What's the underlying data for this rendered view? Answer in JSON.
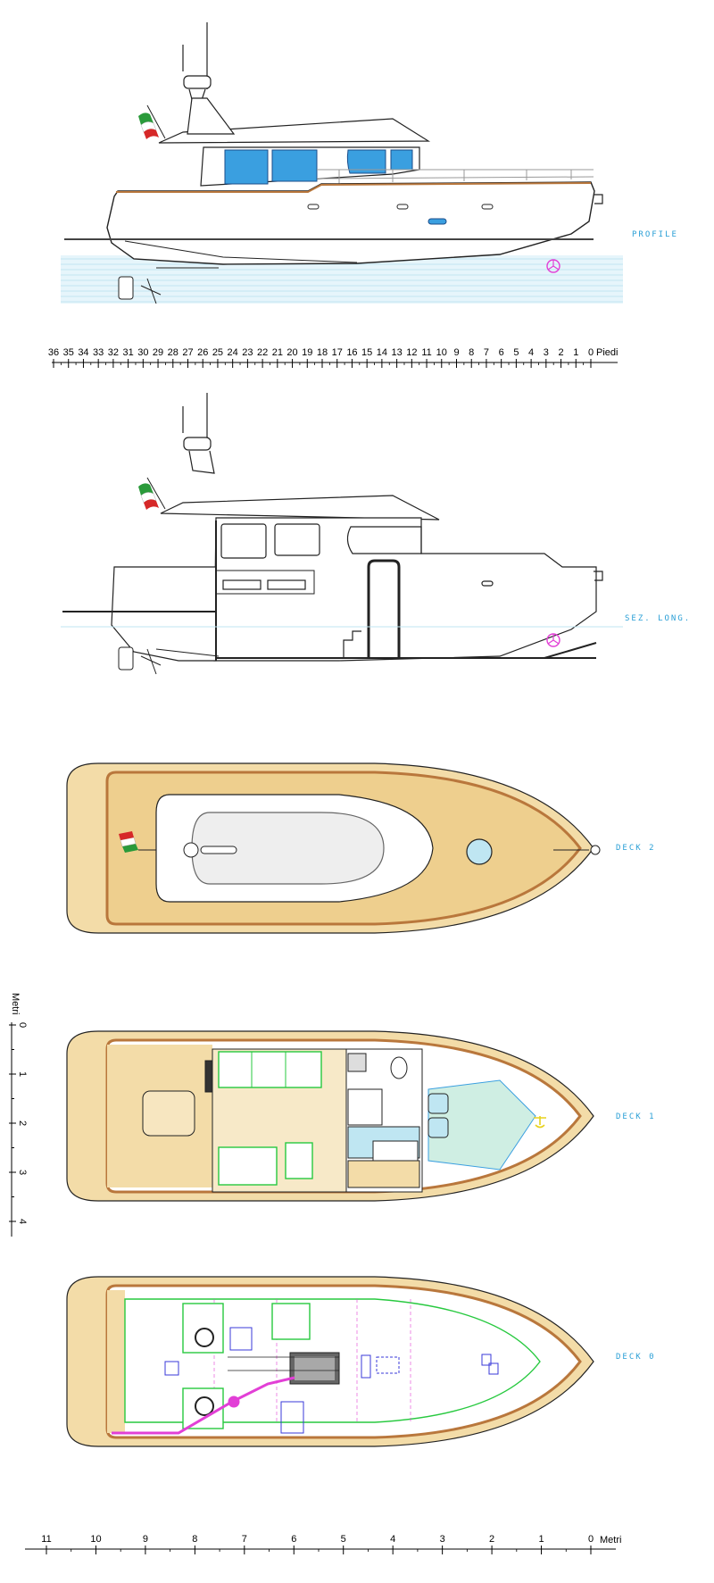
{
  "views": {
    "profile": {
      "label": "PROFILE"
    },
    "section": {
      "label": "SEZ. LONG."
    },
    "deck2": {
      "label": "DECK 2"
    },
    "deck1": {
      "label": "DECK 1"
    },
    "deck0": {
      "label": "DECK 0"
    }
  },
  "feet_scale": {
    "ticks": [
      "36",
      "35",
      "34",
      "33",
      "32",
      "31",
      "30",
      "29",
      "28",
      "27",
      "26",
      "25",
      "24",
      "23",
      "22",
      "21",
      "20",
      "19",
      "18",
      "17",
      "16",
      "15",
      "14",
      "13",
      "12",
      "11",
      "10",
      "9",
      "8",
      "7",
      "6",
      "5",
      "4",
      "3",
      "2",
      "1",
      "0"
    ],
    "unit": "Piedi"
  },
  "metre_vertical_scale": {
    "unit": "Metri",
    "ticks": [
      "0",
      "1",
      "2",
      "3",
      "4"
    ]
  },
  "metre_scale": {
    "ticks": [
      "11",
      "10",
      "9",
      "8",
      "7",
      "6",
      "5",
      "4",
      "3",
      "2",
      "1",
      "0"
    ],
    "unit": "Metri"
  },
  "colors": {
    "hull_line": "#222222",
    "teak": "#e9c98a",
    "rail_brown": "#b9773c",
    "glass_blue": "#3a9fe0",
    "water": "#bfe6f2",
    "label_blue": "#2a9fd6",
    "green_outline": "#27c93f",
    "magenta": "#e23fd6",
    "plan_blue": "#3a3ad8",
    "anchor_yellow": "#e8d21c"
  }
}
